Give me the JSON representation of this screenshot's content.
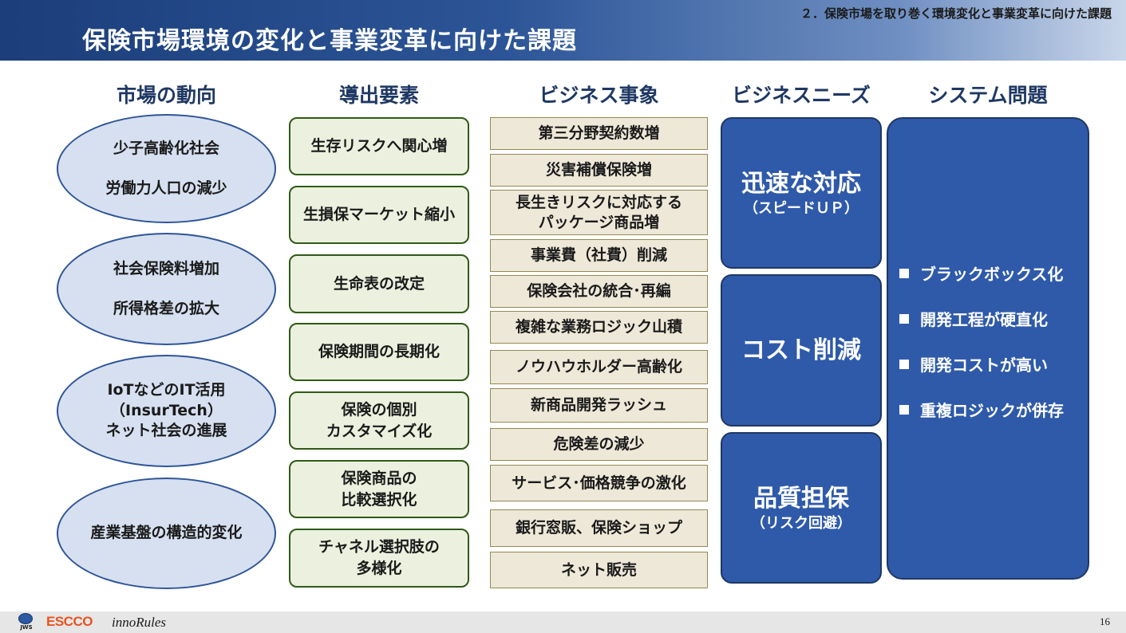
{
  "header": {
    "section_label": "２．保険市場を取り巻く環境変化と事業変革に向けた課題",
    "title": "保険市場環境の変化と事業変革に向けた課題"
  },
  "columns": {
    "market": "市場の動向",
    "factors": "導出要素",
    "events": "ビジネス事象",
    "needs": "ビジネスニーズ",
    "issues": "システム問題"
  },
  "market_trends": [
    {
      "lines": [
        "少子高齢化社会",
        "労働力人口の減少"
      ]
    },
    {
      "lines": [
        "社会保険料増加",
        "所得格差の拡大"
      ]
    },
    {
      "lines": [
        "IoTなどのIT活用",
        "（InsurTech）",
        "ネット社会の進展"
      ]
    },
    {
      "lines": [
        "産業基盤の構造的変化"
      ]
    }
  ],
  "factors": [
    {
      "lines": [
        "生存リスクへ関心増"
      ]
    },
    {
      "lines": [
        "生損保マーケット縮小"
      ]
    },
    {
      "lines": [
        "生命表の改定"
      ]
    },
    {
      "lines": [
        "保険期間の長期化"
      ]
    },
    {
      "lines": [
        "保険の個別",
        "カスタマイズ化"
      ]
    },
    {
      "lines": [
        "保険商品の",
        "比較選択化"
      ]
    },
    {
      "lines": [
        "チャネル選択肢の",
        "多様化"
      ]
    }
  ],
  "events": [
    {
      "lines": [
        "第三分野契約数増"
      ]
    },
    {
      "lines": [
        "災害補償保険増"
      ]
    },
    {
      "lines": [
        "長生きリスクに対応する",
        "パッケージ商品増"
      ]
    },
    {
      "lines": [
        "事業費（社費）削減"
      ]
    },
    {
      "lines": [
        "保険会社の統合･再編"
      ]
    },
    {
      "lines": [
        "複雑な業務ロジック山積"
      ]
    },
    {
      "lines": [
        "ノウハウホルダー高齢化"
      ]
    },
    {
      "lines": [
        "新商品開発ラッシュ"
      ]
    },
    {
      "lines": [
        "危険差の減少"
      ]
    },
    {
      "lines": [
        "サービス･価格競争の激化"
      ]
    },
    {
      "lines": [
        "銀行窓販、保険ショップ"
      ]
    },
    {
      "lines": [
        "ネット販売"
      ]
    }
  ],
  "needs": [
    {
      "main": "迅速な対応",
      "sub": "（スピードＵＰ）"
    },
    {
      "main": "コスト削減",
      "sub": ""
    },
    {
      "main": "品質担保",
      "sub": "（リスク回避）"
    }
  ],
  "system_issues": [
    "ブラックボックス化",
    "開発工程が硬直化",
    "開発コストが高い",
    "重複ロジックが併存"
  ],
  "footer": {
    "logos": [
      "JWS",
      "ESCCO",
      "innoRules"
    ],
    "page_number": "16"
  }
}
